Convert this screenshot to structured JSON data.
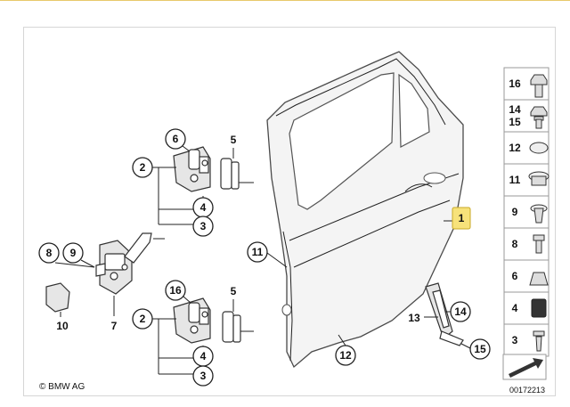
{
  "diagram": {
    "copyright": "© BMW AG",
    "diagram_number": "00172213",
    "main_part_label": "1",
    "callouts": {
      "c2a": "2",
      "c6": "6",
      "c4a": "4",
      "c3a": "3",
      "c5a": "5",
      "c8": "8",
      "c9": "9",
      "c7": "7",
      "c10": "10",
      "c2b": "2",
      "c16": "16",
      "c4b": "4",
      "c3b": "3",
      "c5b": "5",
      "c11": "11",
      "c12": "12",
      "c13": "13",
      "c14": "14",
      "c15": "15"
    },
    "parts_column": [
      {
        "num1": "16",
        "num2": "",
        "icon": "bolt-icon"
      },
      {
        "num1": "14",
        "num2": "15",
        "icon": "flange-bolt-icon"
      },
      {
        "num1": "12",
        "num2": "",
        "icon": "cap-plug-icon"
      },
      {
        "num1": "11",
        "num2": "",
        "icon": "grommet-plug-icon"
      },
      {
        "num1": "9",
        "num2": "",
        "icon": "expanding-rivet-icon"
      },
      {
        "num1": "8",
        "num2": "",
        "icon": "stud-icon"
      },
      {
        "num1": "6",
        "num2": "",
        "icon": "cap-nut-icon"
      },
      {
        "num1": "4",
        "num2": "",
        "icon": "bushing-icon"
      },
      {
        "num1": "3",
        "num2": "",
        "icon": "screw-icon"
      }
    ],
    "colors": {
      "highlight": "#f7e27a",
      "frame_top_line": "#e8c96b"
    }
  }
}
